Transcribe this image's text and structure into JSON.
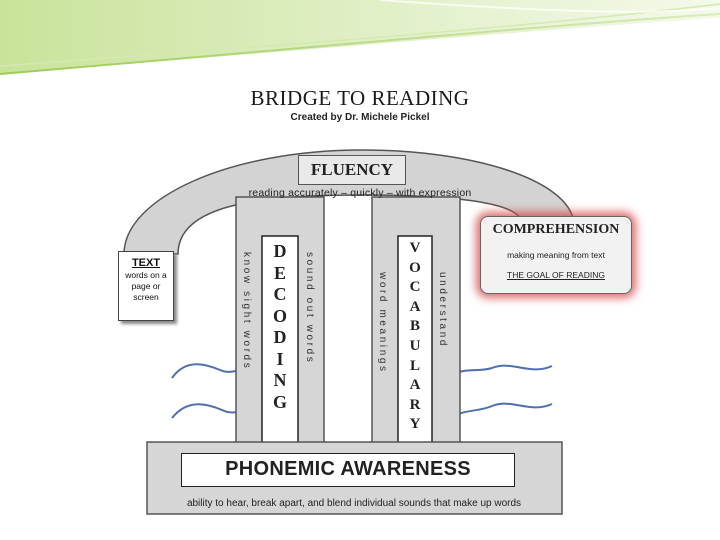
{
  "title": "BRIDGE TO READING",
  "subtitle": "Created by Dr. Michele Pickel",
  "fluency": {
    "label": "FLUENCY",
    "description": "reading accurately – quickly – with expression"
  },
  "text_box": {
    "label": "TEXT",
    "description": "words on a page or screen"
  },
  "comprehension": {
    "label": "COMPREHENSION",
    "description": "making meaning from text",
    "goal": "THE GOAL OF READING"
  },
  "decoding": {
    "letters": [
      "D",
      "E",
      "C",
      "O",
      "D",
      "I",
      "N",
      "G"
    ],
    "left_label": "know sight words",
    "right_label": "sound out words"
  },
  "vocabulary": {
    "letters": [
      "V",
      "O",
      "C",
      "A",
      "B",
      "U",
      "L",
      "A",
      "R",
      "Y"
    ],
    "left_label": "word meanings",
    "right_label": "understand"
  },
  "phonemic_awareness": {
    "label": "PHONEMIC AWARENESS",
    "description": "ability to hear, break apart, and blend individual sounds that make up words"
  },
  "colors": {
    "slide_green": "#b5d77a",
    "bridge_gray": "#d3d3d3",
    "outline": "#555555",
    "water_blue": "#4f6fae",
    "comprehension_glow": "#d23c3c"
  }
}
